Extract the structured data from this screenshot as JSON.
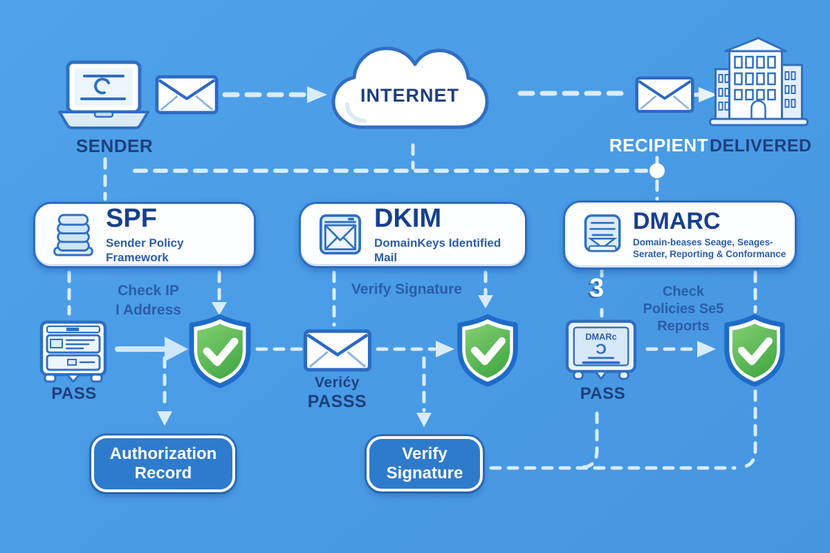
{
  "top": {
    "sender_label": "SENDER",
    "internet_label": "INTERNET",
    "recipient_label": "RECIPIENT",
    "delivered_label": "DELIVERED"
  },
  "boxes": {
    "spf": {
      "title": "SPF",
      "subtitle": "Sender Policy Framework"
    },
    "dkim": {
      "title": "DKIM",
      "subtitle": "DomainKeys Identified Mail"
    },
    "dmarc": {
      "title": "DMARC",
      "subtitle_line1": "Domain-beases Seage, Seages-",
      "subtitle_line2": "Serater, Reporting & Conformance"
    }
  },
  "flows": {
    "spf": {
      "note_line1": "Check IP",
      "note_line2": "I Address",
      "pass_label": "PASS"
    },
    "dkim": {
      "note": "Verify Signature",
      "result_line1": "Verićy",
      "result_line2": "PASSS"
    },
    "dmarc": {
      "step_number": "3",
      "note_line1": "Check",
      "note_line2": "Policies Se5",
      "note_line3": "Reports",
      "pass_label": "PASS",
      "card_text": "DMARc",
      "card_glyph": "Ɔ"
    }
  },
  "actions": {
    "authorization": {
      "line1": "Authorization",
      "line2": "Record"
    },
    "verify": {
      "line1": "Verify",
      "line2": "Signature"
    }
  },
  "colors": {
    "background": "#4a9ce6",
    "box_border": "#2b6cc4",
    "dark_text": "#1c3f7d",
    "medium_text": "#2b5ca9",
    "button_fill": "#2e7bcd",
    "shield_green": "#54b450",
    "line_light": "#d9ecfc",
    "white": "#ffffff"
  }
}
